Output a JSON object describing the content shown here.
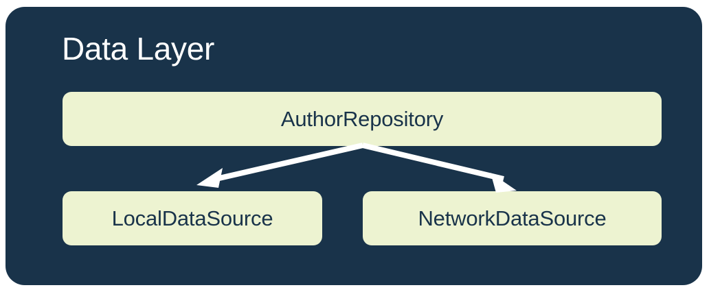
{
  "panel": {
    "title": "Data Layer",
    "background_color": "#19334A",
    "title_color": "#FFFFFF"
  },
  "nodes": {
    "repository": {
      "label": "AuthorRepository",
      "fill_color": "#EDF3D1",
      "text_color": "#19334A"
    },
    "local": {
      "label": "LocalDataSource",
      "fill_color": "#EDF3D1",
      "text_color": "#19334A"
    },
    "network": {
      "label": "NetworkDataSource",
      "fill_color": "#EDF3D1",
      "text_color": "#19334A"
    }
  },
  "connectors": {
    "color": "#FFFFFF",
    "arrow_to_local": "AuthorRepository -> LocalDataSource",
    "arrow_to_network": "AuthorRepository -> NetworkDataSource"
  },
  "canvas": {
    "background_color": "#FFFFFF"
  }
}
